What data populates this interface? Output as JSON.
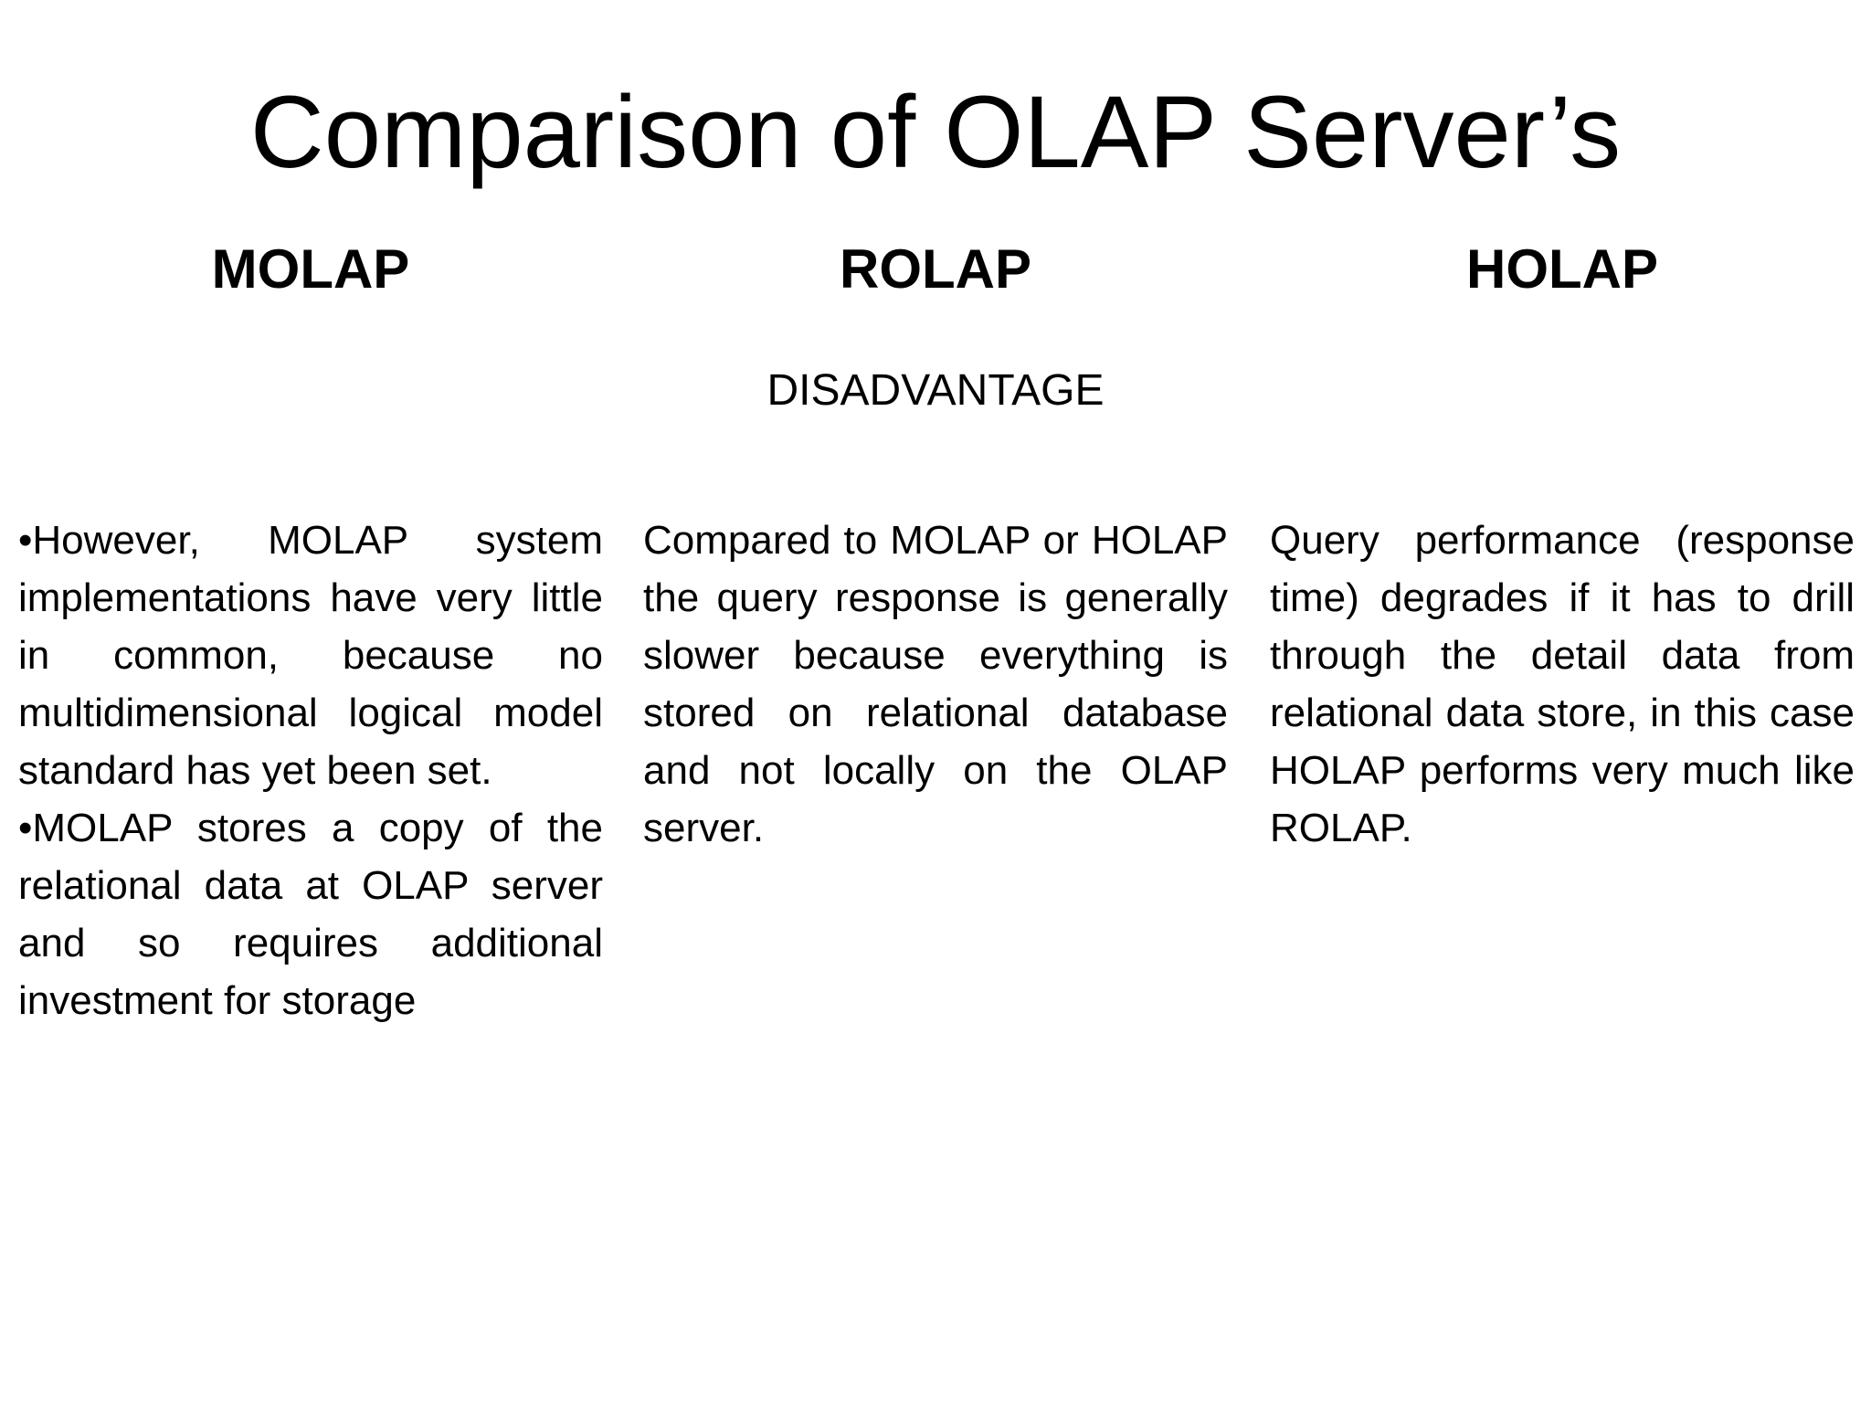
{
  "slide": {
    "title": "Comparison of OLAP Server’s",
    "subtitle": "DISADVANTAGE",
    "columns": [
      {
        "heading": "MOLAP",
        "paragraphs": [
          "•However, MOLAP system implementations have very little in common, because no multidimensional logical model standard has yet been set.",
          "•MOLAP stores a copy of the relational data at OLAP server and so requires additional investment for storage"
        ]
      },
      {
        "heading": "ROLAP",
        "paragraphs": [
          "Compared to MOLAP or HOLAP the query response is generally slower because everything is stored on relational database and not locally on the OLAP server."
        ]
      },
      {
        "heading": "HOLAP",
        "paragraphs": [
          "Query performance (response time) degrades if it has to drill through the detail data from relational data store, in this case HOLAP performs very much like ROLAP."
        ]
      }
    ]
  }
}
